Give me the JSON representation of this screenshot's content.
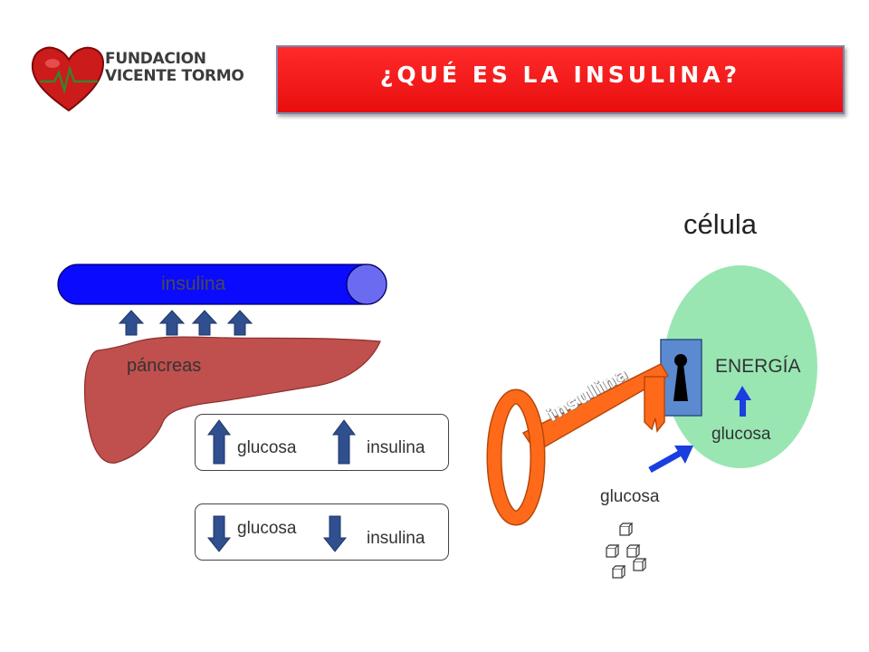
{
  "logo": {
    "line1": "FUNDACION",
    "line2": "VICENTE TORMO",
    "icon": "heart-icon"
  },
  "title": "¿QUÉ ES LA INSULINA?",
  "labels": {
    "cell": "célula",
    "energy": "ENERGÍA",
    "glucose_inside": "glucosa",
    "glucose_outside": "glucosa",
    "key": "insulina",
    "tube": "insulina",
    "pancreas": "páncreas"
  },
  "box_high": {
    "glucose": "glucosa",
    "insulin": "insulina"
  },
  "box_low": {
    "glucose": "glucosa",
    "insulin": "insulina"
  },
  "colors": {
    "title_bg": "#ff1a1a",
    "cell": "#99e6b3",
    "key": "#ff6a1a",
    "pancreas": "#c0504d",
    "tube": "#0000ff",
    "arrows": "#2f4f8f"
  }
}
